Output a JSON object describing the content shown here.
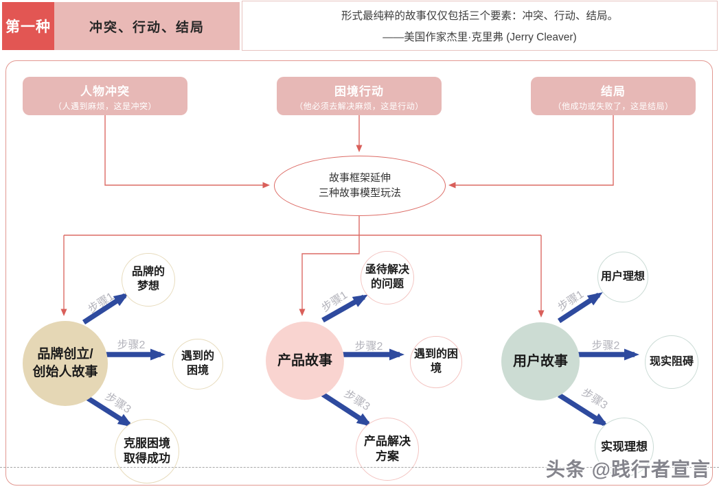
{
  "header": {
    "badge": "第一种",
    "title": "冲突、行动、结局",
    "quote_line1": "形式最纯粹的故事仅仅包括三个要素：冲突、行动、结局。",
    "quote_line2": "——美国作家杰里·克里弗 (Jerry Cleaver)"
  },
  "top_boxes": [
    {
      "title": "人物冲突",
      "subtitle": "（人遇到麻烦，这是冲突）"
    },
    {
      "title": "困境行动",
      "subtitle": "（他必须去解决麻烦，这是行动）"
    },
    {
      "title": "结局",
      "subtitle": "（他成功或失败了，这是结局）"
    }
  ],
  "hub": {
    "line1": "故事框架延伸",
    "line2": "三种故事模型玩法"
  },
  "branches": [
    {
      "title_line1": "品牌创立/",
      "title_line2": "创始人故事",
      "step1": "步骤1",
      "step2": "步骤2",
      "step3": "步骤3",
      "outcome1": {
        "line1": "品牌的",
        "line2": "梦想"
      },
      "outcome2": {
        "line1": "遇到的",
        "line2": "困境"
      },
      "outcome3": {
        "line1": "克服困境",
        "line2": "取得成功"
      }
    },
    {
      "title_line1": "产品故事",
      "title_line2": "",
      "step1": "步骤1",
      "step2": "步骤2",
      "step3": "步骤3",
      "outcome1": {
        "line1": "亟待解决",
        "line2": "的问题"
      },
      "outcome2": {
        "line1": "遇到的困",
        "line2": "境"
      },
      "outcome3": {
        "line1": "产品解决",
        "line2": "方案"
      }
    },
    {
      "title_line1": "用户故事",
      "title_line2": "",
      "step1": "步骤1",
      "step2": "步骤2",
      "step3": "步骤3",
      "outcome1": {
        "line1": "用户理想",
        "line2": ""
      },
      "outcome2": {
        "line1": "现实阻碍",
        "line2": ""
      },
      "outcome3": {
        "line1": "实现理想",
        "line2": ""
      }
    }
  ],
  "watermark": "头条 @践行者宣言",
  "colors": {
    "badge_red": "#e25653",
    "header_pink": "#e9b9b6",
    "node_pink": "#e7b8b6",
    "line_red": "#dc6a64",
    "arrow_blue": "#2e4a9e",
    "brand_circle_fill": "#e5d7b5",
    "product_circle_fill": "#f9d4d0",
    "user_circle_fill": "#ccdcd3",
    "step_label_gray": "#b3b3bb"
  }
}
